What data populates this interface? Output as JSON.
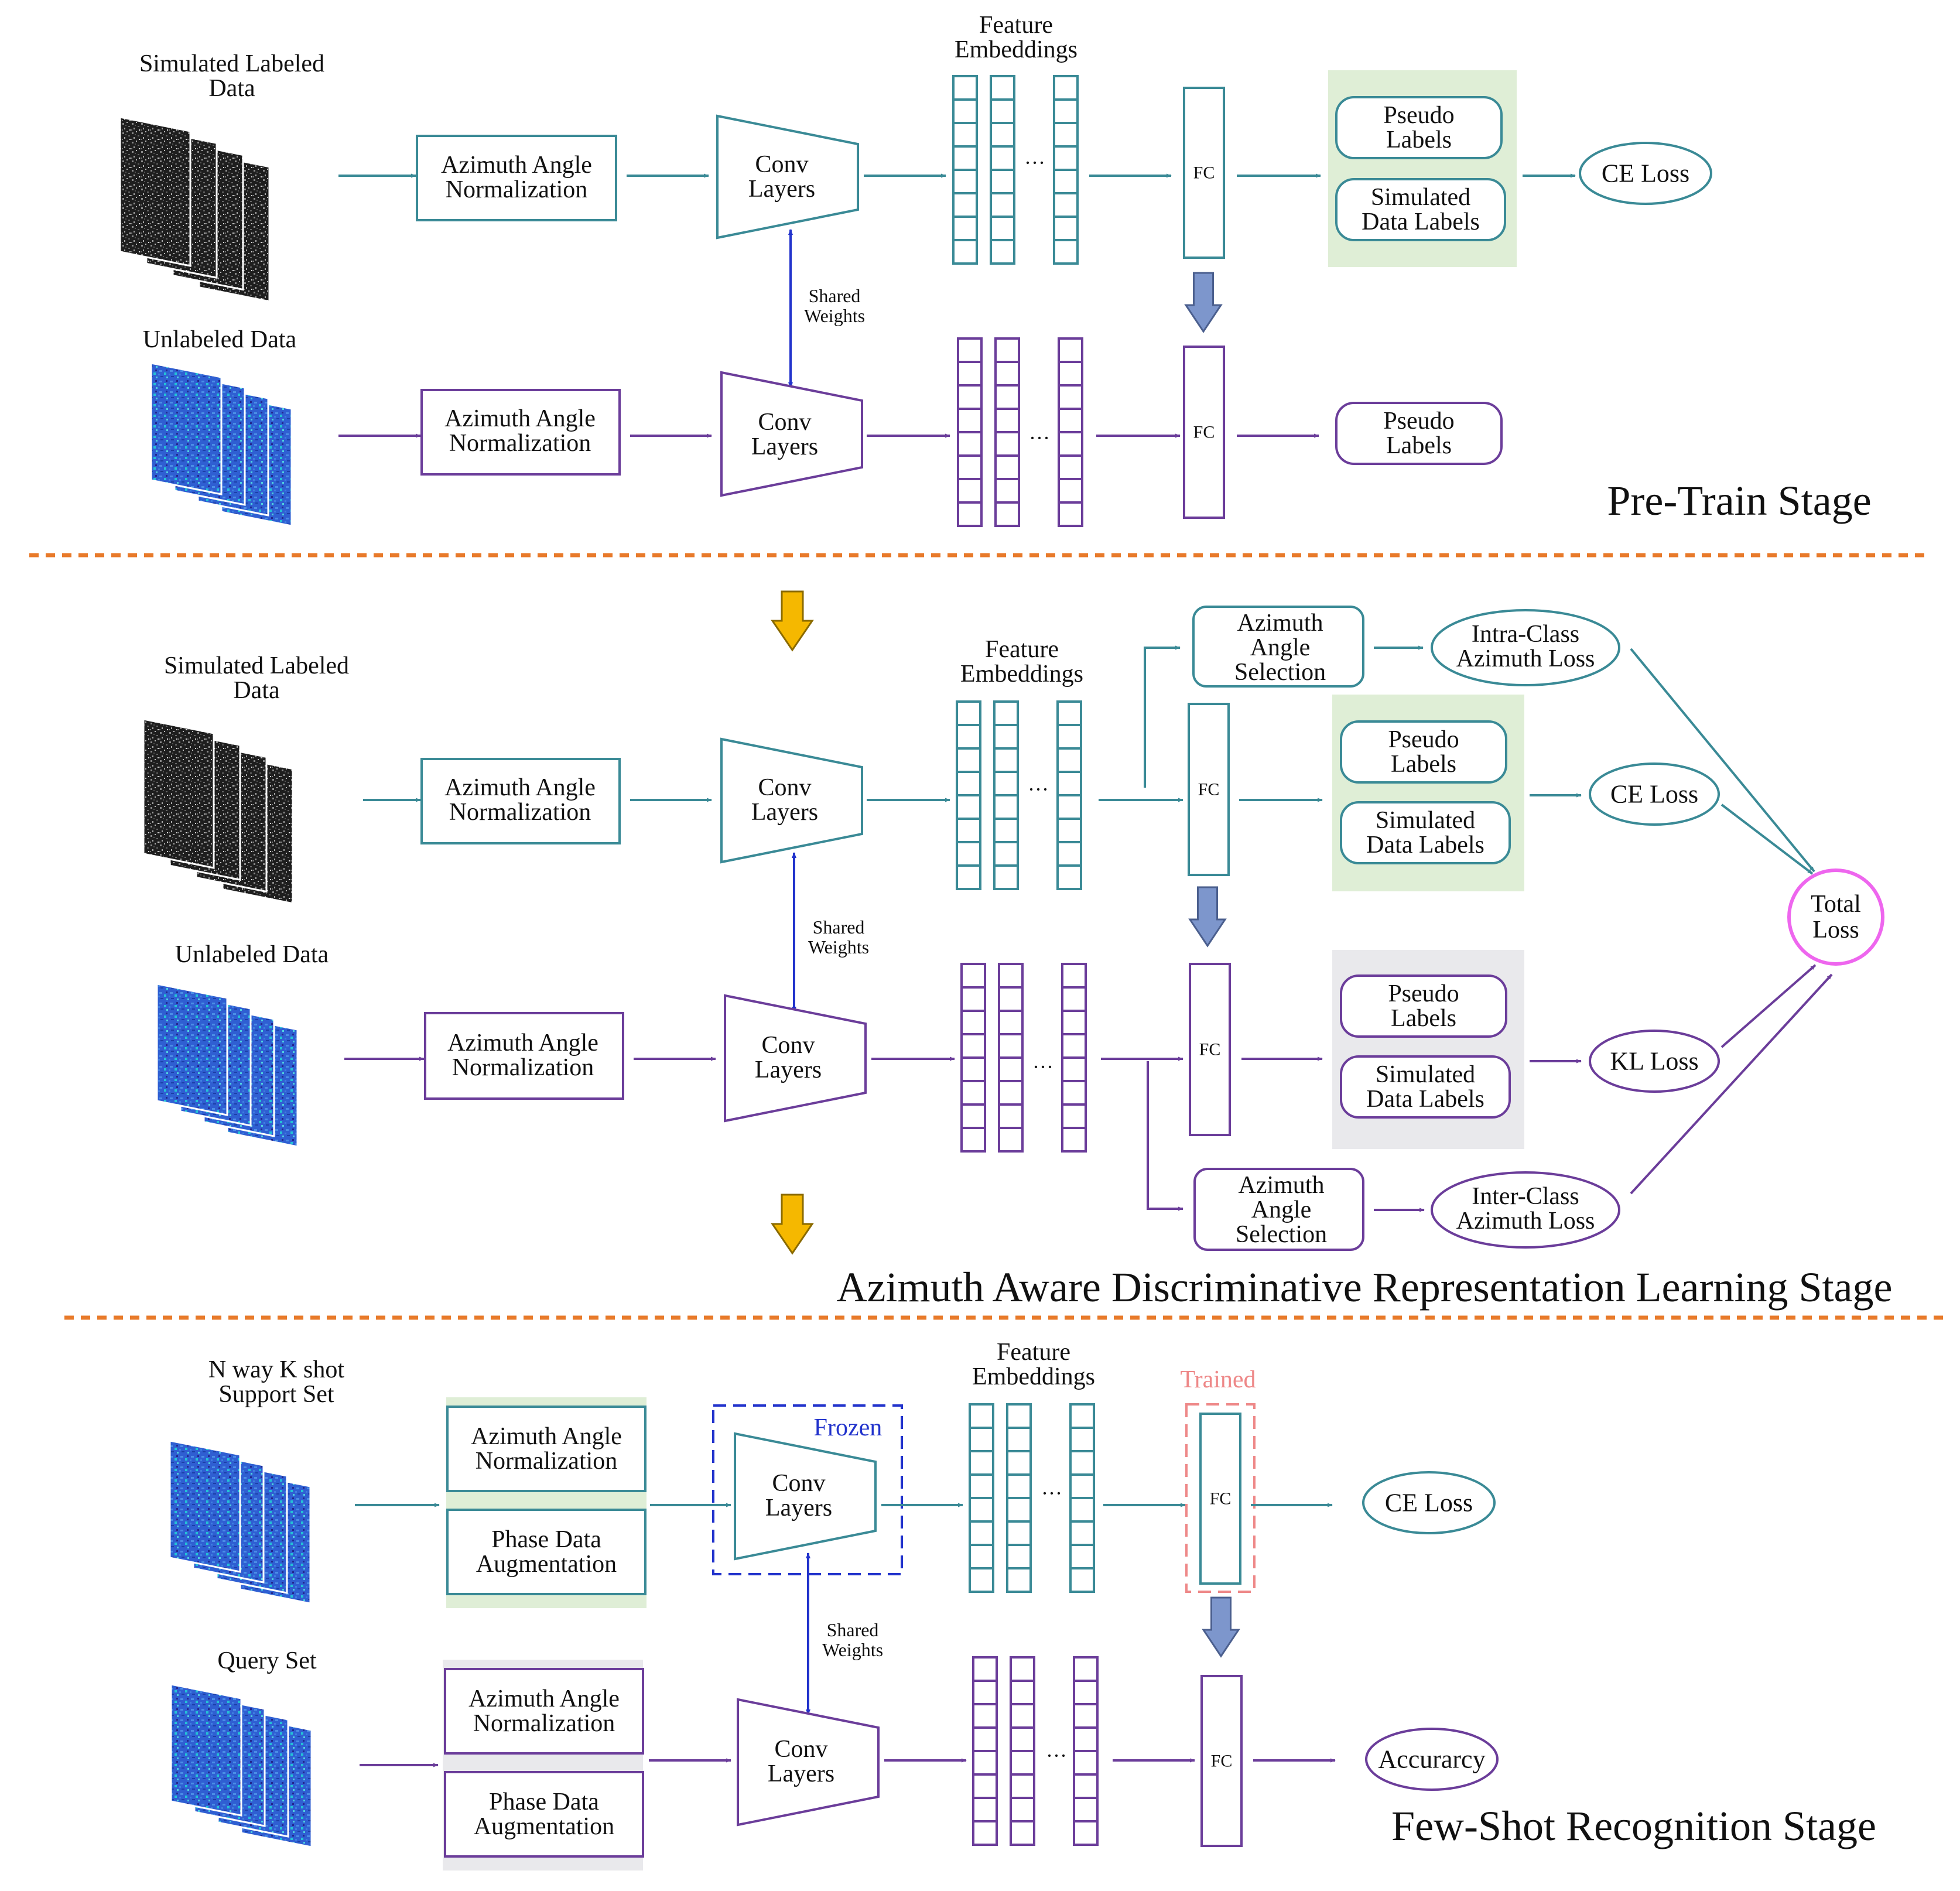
{
  "colors": {
    "teal": "#3a8a96",
    "purple": "#6b3d9a",
    "blue": "#2233cc",
    "orange": "#e87a2a",
    "green_bg": "#dfeed6",
    "gray_bg": "#e9e9ec",
    "total_loss_ring": "#ee66ee",
    "trained_red": "#ee8888",
    "down_arrow": "#7d96cc",
    "gold_arrow": "#f5b800"
  },
  "stage1": {
    "title": "Pre-Train Stage",
    "sim_label_l1": "Simulated Labeled",
    "sim_label_l2": "Data",
    "unl_label": "Unlabeled Data",
    "norm_l1": "Azimuth Angle",
    "norm_l2": "Normalization",
    "conv_l1": "Conv",
    "conv_l2": "Layers",
    "shared_l1": "Shared",
    "shared_l2": "Weights",
    "feat_l1": "Feature",
    "feat_l2": "Embeddings",
    "dots": "···",
    "fc": "FC",
    "pseudo_l1": "Pseudo",
    "pseudo_l2": "Labels",
    "simdata_l1": "Simulated",
    "simdata_l2": "Data Labels",
    "ce_loss": "CE Loss"
  },
  "stage2": {
    "title": "Azimuth Aware Discriminative Representation Learning Stage",
    "sim_label_l1": "Simulated Labeled",
    "sim_label_l2": "Data",
    "unl_label": "Unlabeled Data",
    "norm_l1": "Azimuth Angle",
    "norm_l2": "Normalization",
    "conv_l1": "Conv",
    "conv_l2": "Layers",
    "shared_l1": "Shared",
    "shared_l2": "Weights",
    "feat_l1": "Feature",
    "feat_l2": "Embeddings",
    "dots": "···",
    "fc": "FC",
    "sel_l1": "Azimuth",
    "sel_l2": "Angle",
    "sel_l3": "Selection",
    "intra_l1": "Intra-Class",
    "intra_l2": "Azimuth Loss",
    "inter_l1": "Inter-Class",
    "inter_l2": "Azimuth Loss",
    "pseudo_l1": "Pseudo",
    "pseudo_l2": "Labels",
    "simdata_l1": "Simulated",
    "simdata_l2": "Data Labels",
    "ce_loss": "CE Loss",
    "kl_loss": "KL Loss",
    "total_l1": "Total",
    "total_l2": "Loss"
  },
  "stage3": {
    "title": "Few-Shot Recognition Stage",
    "support_l1": "N way K shot",
    "support_l2": "Support Set",
    "query_label": "Query Set",
    "norm_l1": "Azimuth Angle",
    "norm_l2": "Normalization",
    "aug_l1": "Phase Data",
    "aug_l2": "Augmentation",
    "frozen": "Frozen",
    "trained": "Trained",
    "conv_l1": "Conv",
    "conv_l2": "Layers",
    "shared_l1": "Shared",
    "shared_l2": "Weights",
    "feat_l1": "Feature",
    "feat_l2": "Embeddings",
    "dots": "···",
    "fc": "FC",
    "ce_loss": "CE Loss",
    "accuracy": "Accurarcy"
  }
}
